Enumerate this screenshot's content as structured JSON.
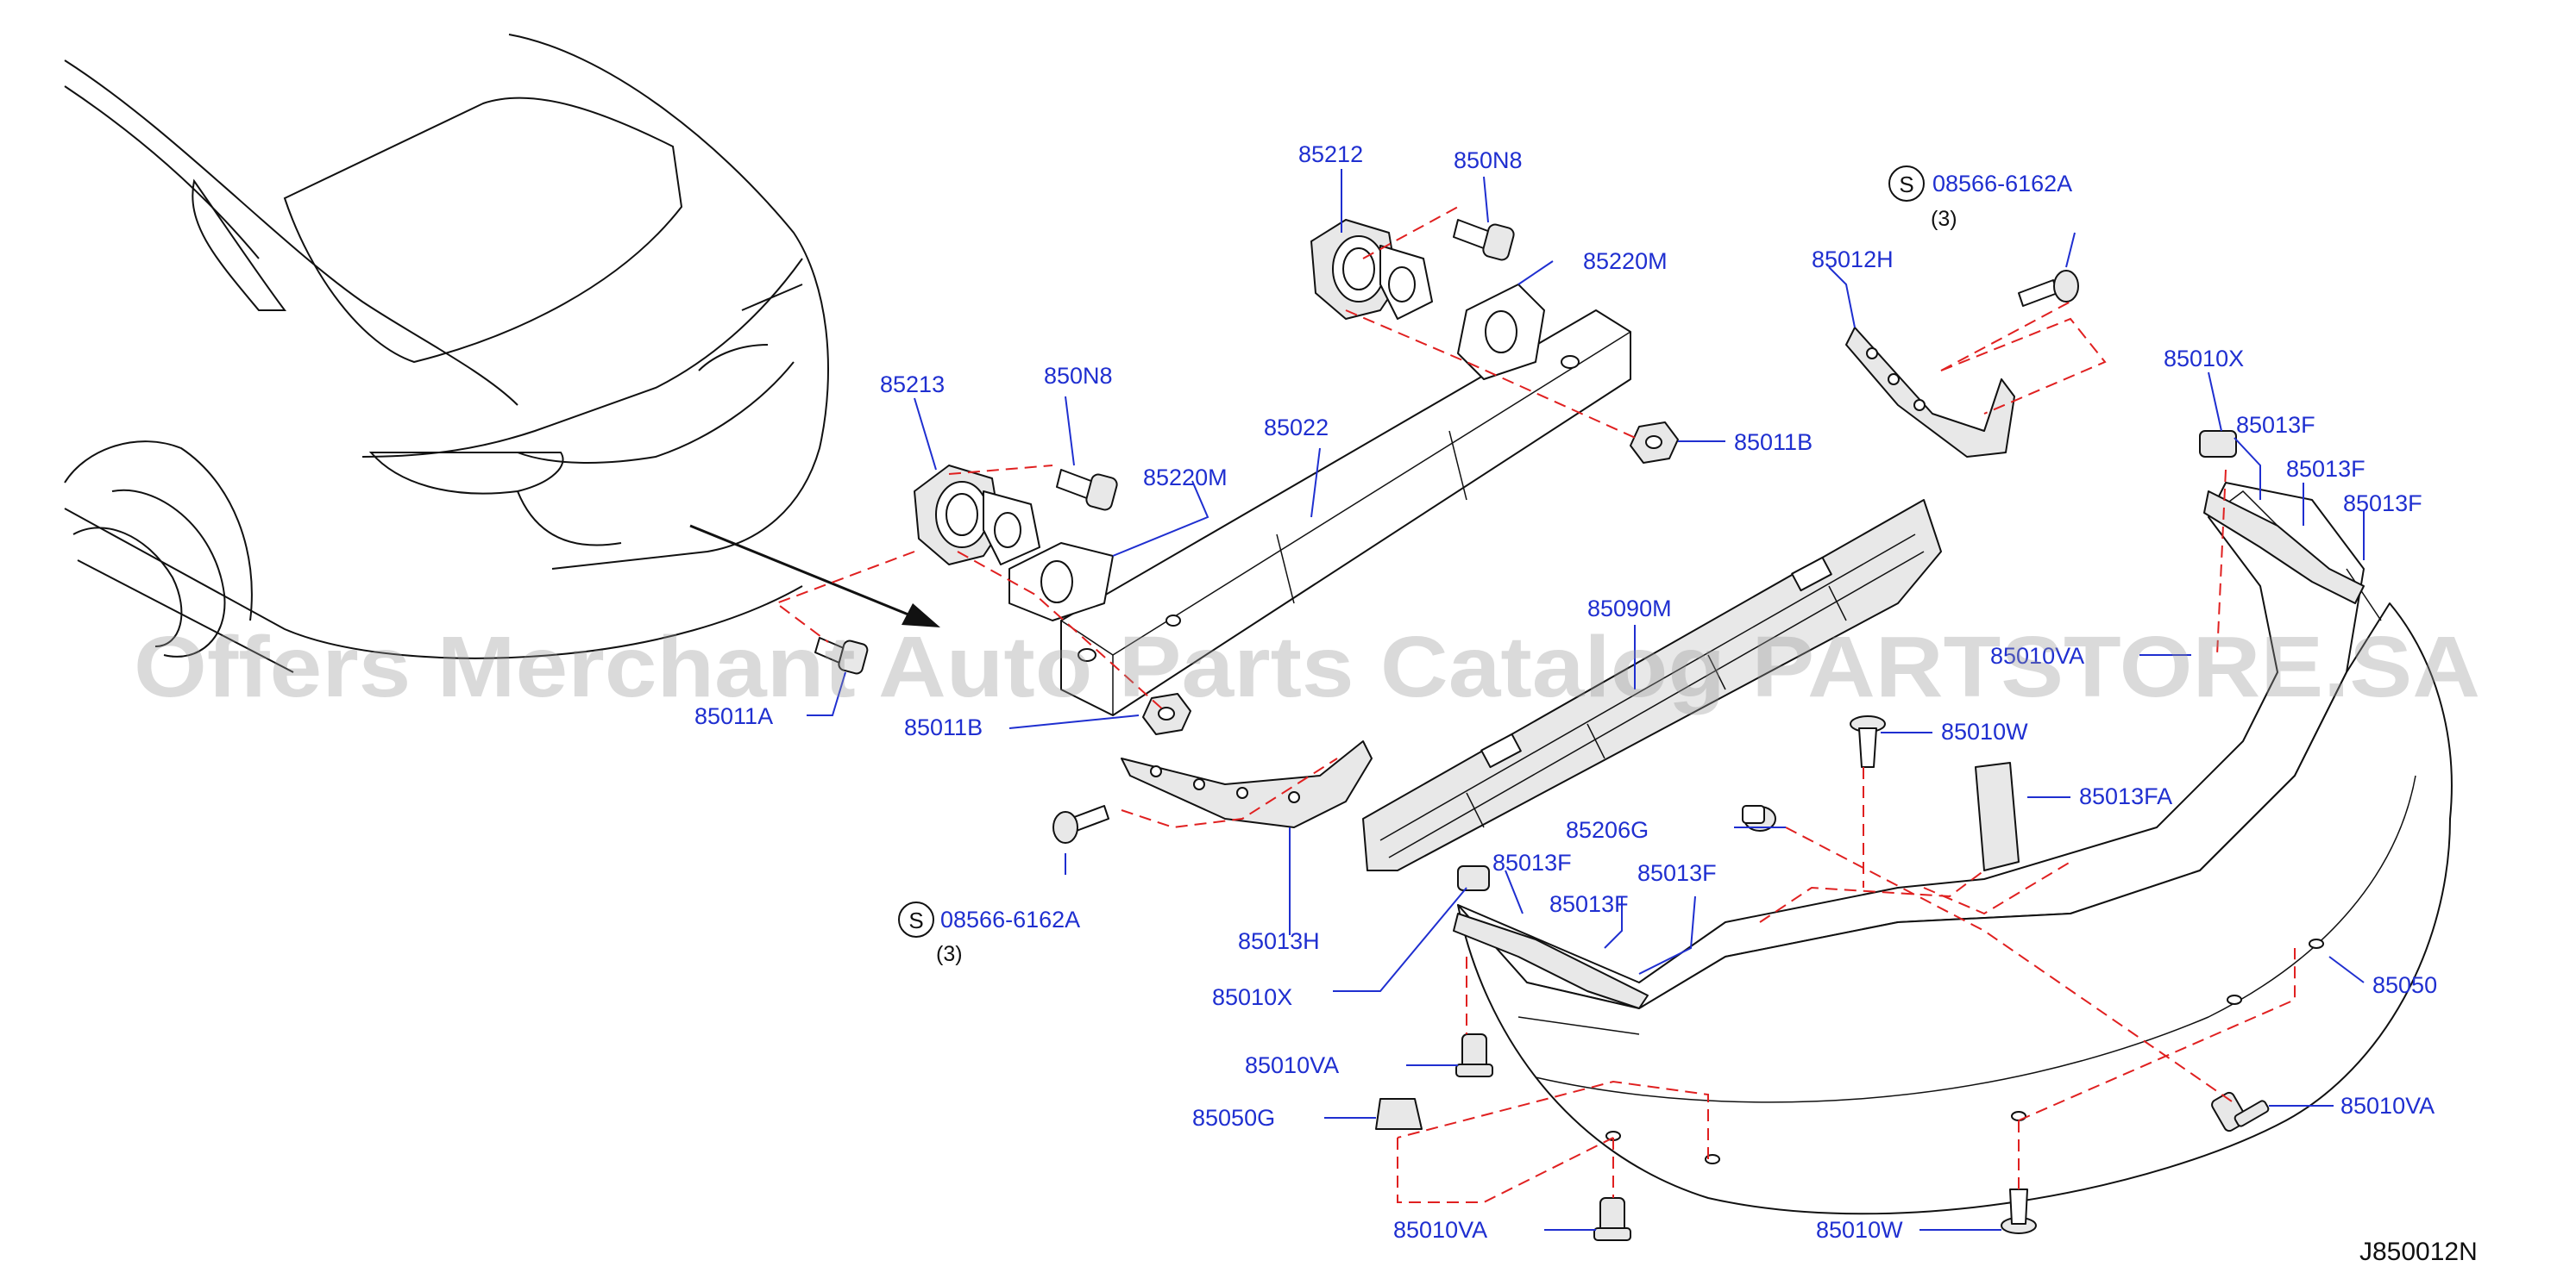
{
  "watermark": "Offers Merchant Auto Parts Catalog PARTSTORE.SA",
  "diagram_code": "J850012N",
  "labels": {
    "p85212": "85212",
    "p850N8_top": "850N8",
    "p85220M_top": "85220M",
    "p85213": "85213",
    "p850N8_left": "850N8",
    "p85220M_left": "85220M",
    "p85022": "85022",
    "p85011B_right": "85011B",
    "p85011B_left": "85011B",
    "p85011A": "85011A",
    "p85090M": "85090M",
    "p85012H": "85012H",
    "s_top_code": "08566-6162A",
    "s_top_qty": "(3)",
    "s_bottom_code": "08566-6162A",
    "s_bottom_qty": "(3)",
    "s_symbol": "S",
    "p85010X_right": "85010X",
    "p85013F_r1": "85013F",
    "p85013F_r2": "85013F",
    "p85013F_r3": "85013F",
    "p85010VA_mid": "85010VA",
    "p85010W_top": "85010W",
    "p85013FA": "85013FA",
    "p85206G": "85206G",
    "p85013F_b1": "85013F",
    "p85013F_b2": "85013F",
    "p85013F_b3": "85013F",
    "p85013H": "85013H",
    "p85010X_left": "85010X",
    "p85050": "85050",
    "p85010VA_left": "85010VA",
    "p85050G": "85050G",
    "p85010VA_right": "85010VA",
    "p85010VA_bottom": "85010VA",
    "p85010W_bottom": "85010W"
  },
  "colors": {
    "label": "#1f2fd0",
    "leader": "#1f2fd0",
    "dashed": "#e02020",
    "outline": "#111111"
  }
}
